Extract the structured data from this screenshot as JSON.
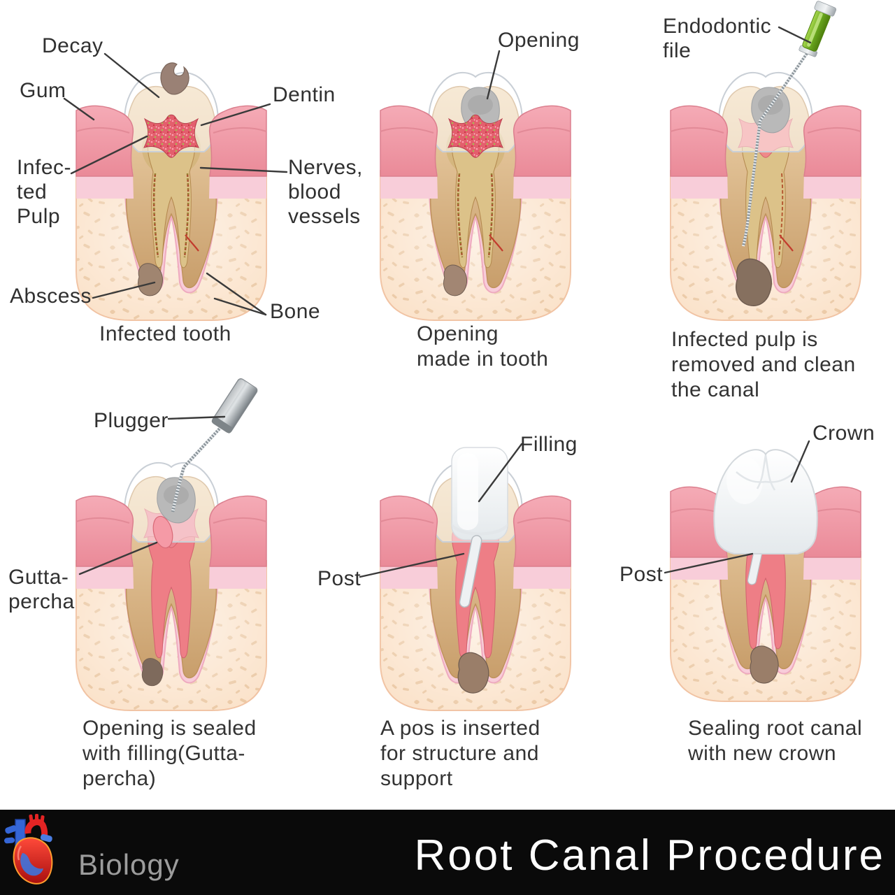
{
  "footer": {
    "brand": "Biology",
    "title": "Root Canal Procedure"
  },
  "panels": [
    {
      "name": "infected-tooth",
      "caption": "Infected tooth",
      "labels": {
        "decay": "Decay",
        "gum": "Gum",
        "infected_pulp": "Infec-\nted\nPulp",
        "dentin": "Dentin",
        "nerves": "Nerves,\nblood\nvessels",
        "abscess": "Abscess",
        "bone": "Bone"
      }
    },
    {
      "name": "opening-made-in-tooth",
      "caption": "Opening\nmade in tooth",
      "labels": {
        "opening": "Opening"
      }
    },
    {
      "name": "infected-pulp-removed",
      "caption": "Infected pulp is\nremoved and clean\nthe canal",
      "labels": {
        "endodontic_file": "Endodontic\nfile"
      }
    },
    {
      "name": "opening-sealed",
      "caption": "Opening is sealed\nwith filling(Gutta-\npercha)",
      "labels": {
        "plugger": "Plugger",
        "gutta_percha": "Gutta-\npercha"
      }
    },
    {
      "name": "post-inserted",
      "caption": "A pos is inserted\nfor structure and\nsupport",
      "labels": {
        "filling": "Filling",
        "post": "Post"
      }
    },
    {
      "name": "crown-sealed",
      "caption": "Sealing root canal\nwith new crown",
      "labels": {
        "crown": "Crown",
        "post": "Post"
      }
    }
  ],
  "colors": {
    "gum_dark": "#ee96a2",
    "gum_light": "#f8cdd9",
    "bone": "#fbe3cb",
    "bone_speckle": "#e9c7a1",
    "dentin": "#d9b88e",
    "infected_pulp": "#e35f6d",
    "canal_filled": "#ee7e86",
    "abscess": "#9a7e69",
    "file_handle": "#6aa81e",
    "plugger_metal": "#9aa1a5",
    "crown_white": "#f4f6f8",
    "footer_bg": "#0a0a0a"
  },
  "icons": {
    "logo": "anatomical-heart-icon"
  }
}
